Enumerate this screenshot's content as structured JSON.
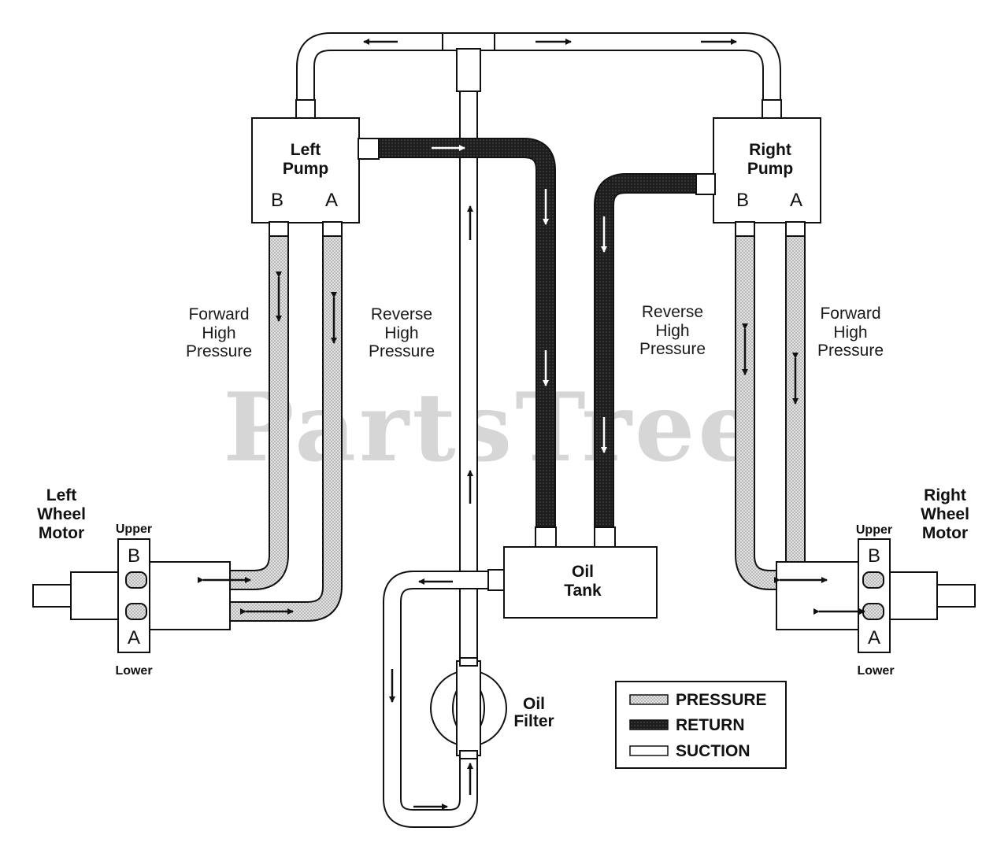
{
  "watermark": "PartsTree",
  "left_pump": {
    "line1": "Left",
    "line2": "Pump",
    "port_b": "B",
    "port_a": "A"
  },
  "right_pump": {
    "line1": "Right",
    "line2": "Pump",
    "port_b": "B",
    "port_a": "A"
  },
  "oil_tank": {
    "line1": "Oil",
    "line2": "Tank"
  },
  "oil_filter": {
    "line1": "Oil",
    "line2": "Filter"
  },
  "left_motor": {
    "line1": "Left",
    "line2": "Wheel",
    "line3": "Motor",
    "upper": "Upper",
    "lower": "Lower",
    "port_b": "B",
    "port_a": "A"
  },
  "right_motor": {
    "line1": "Right",
    "line2": "Wheel",
    "line3": "Motor",
    "upper": "Upper",
    "lower": "Lower",
    "port_b": "B",
    "port_a": "A"
  },
  "labels": {
    "left_forward": [
      "Forward",
      "High",
      "Pressure"
    ],
    "left_reverse": [
      "Reverse",
      "High",
      "Pressure"
    ],
    "right_reverse": [
      "Reverse",
      "High",
      "Pressure"
    ],
    "right_forward": [
      "Forward",
      "High",
      "Pressure"
    ]
  },
  "legend": {
    "items": [
      {
        "label": "PRESSURE",
        "swatch": "pressure"
      },
      {
        "label": "RETURN",
        "swatch": "return"
      },
      {
        "label": "SUCTION",
        "swatch": "suction"
      }
    ]
  },
  "colors": {
    "pressure_fill": "#c8c8c8",
    "return_fill": "#222222",
    "suction_fill": "#ffffff",
    "outline": "#111111"
  }
}
